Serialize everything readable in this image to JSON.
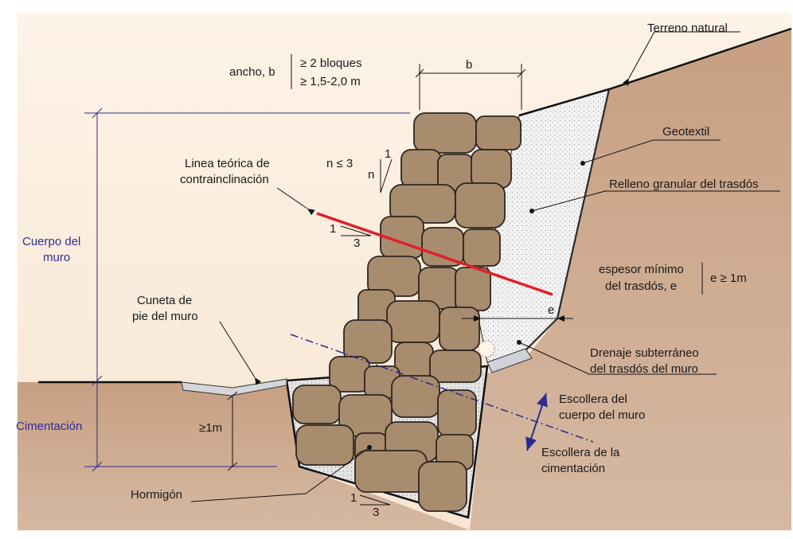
{
  "labels": {
    "terreno_natural": "Terreno natural",
    "ancho": "ancho, b",
    "bloques": "≥ 2 bloques",
    "metros": "≥ 1,5-2,0 m",
    "b_dim": "b",
    "geotextil": "Geotextil",
    "relleno": "Relleno granular del trasdós",
    "linea_1": "Linea teórica de",
    "linea_2": "contrainclinación",
    "n_cond": "n ≤ 3",
    "n_slope_one": "1",
    "n_slope_n": "n",
    "cont_one": "1",
    "cont_three": "3",
    "cuerpo_1": "Cuerpo del",
    "cuerpo_2": "muro",
    "espesor_1": "espesor mínimo",
    "espesor_2": "del trasdós, e",
    "espesor_cond": "e ≥ 1m",
    "e_dim": "e",
    "cuneta_1": "Cuneta de",
    "cuneta_2": "pie del muro",
    "drenaje_1": "Drenaje subterráneo",
    "drenaje_2": "del trasdós del muro",
    "escollera_cuerpo_1": "Escollera del",
    "escollera_cuerpo_2": "cuerpo del muro",
    "escollera_cim_1": "Escollera de la",
    "escollera_cim_2": "cimentación",
    "cimentacion": "Cimentación",
    "min_1m": "≥1m",
    "hormigon": "Hormigón",
    "base_one": "1",
    "base_three": "3"
  },
  "colors": {
    "soil": "#c8a58a",
    "sky": "#fbefe0",
    "rock": "#a58b6d",
    "rock_stroke": "#3a2f25",
    "fill_granular": "#eeeeee",
    "concrete": "#d7d9dc",
    "red_line": "#e0202a",
    "dim_blue": "#2b2b8c"
  }
}
